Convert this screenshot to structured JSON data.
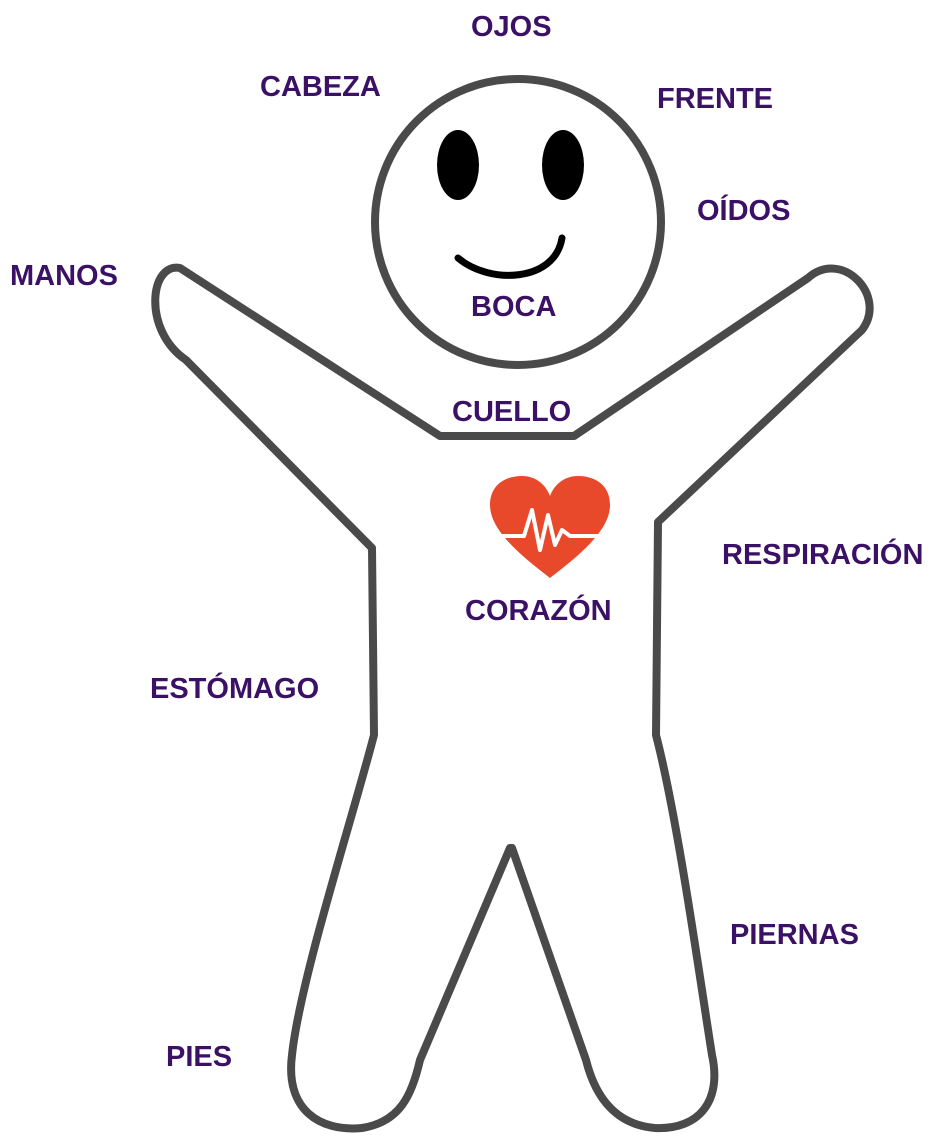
{
  "colors": {
    "label": "#3b1166",
    "outline": "#4a4a4a",
    "heart": "#e8492b",
    "pulse_line": "#ffffff",
    "face_features": "#000000"
  },
  "icons": {
    "heart": "heart-pulse-icon"
  },
  "labels": {
    "ojos": "OJOS",
    "cabeza": "CABEZA",
    "frente": "FRENTE",
    "oidos": "OÍDOS",
    "manos": "MANOS",
    "boca": "BOCA",
    "cuello": "CUELLO",
    "respiracion": "RESPIRACIÓN",
    "corazon": "CORAZÓN",
    "estomago": "ESTÓMAGO",
    "piernas": "PIERNAS",
    "pies": "PIES"
  }
}
